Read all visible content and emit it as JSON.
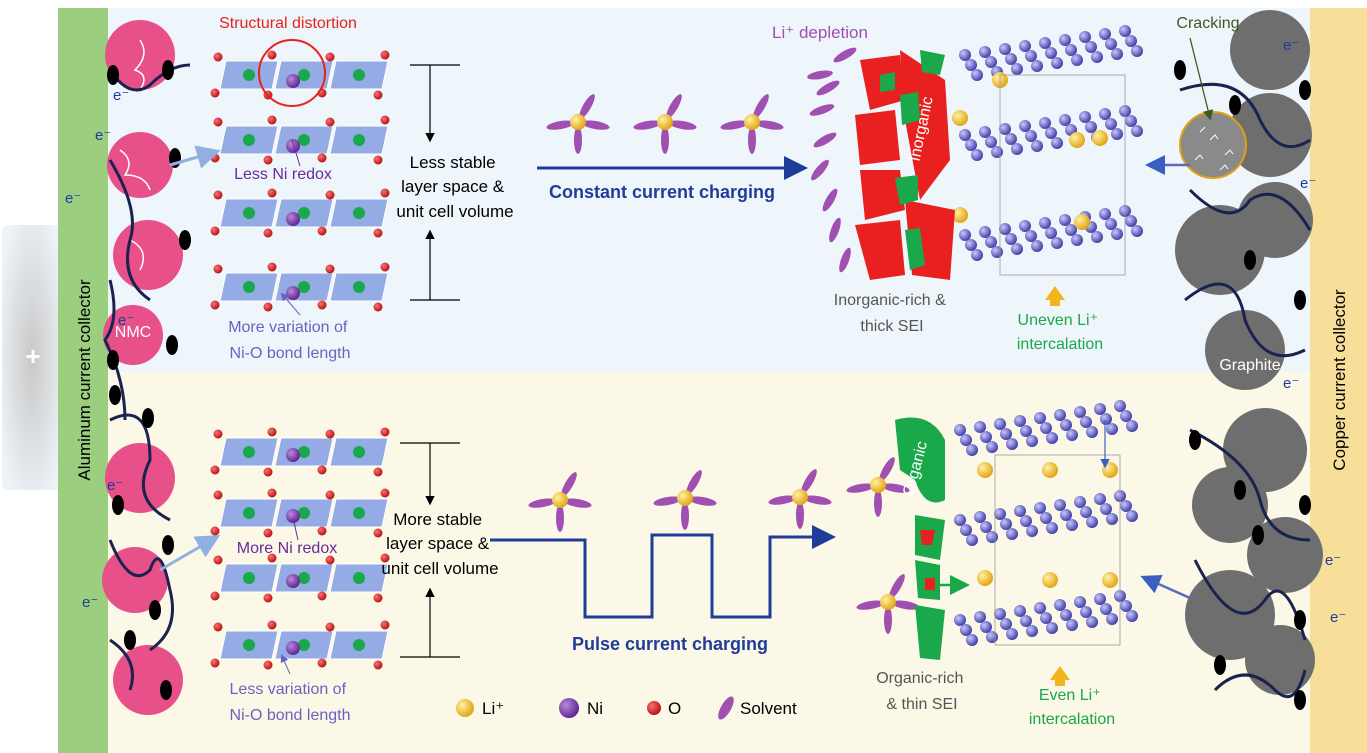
{
  "colors": {
    "aluminum_collector": "#9bcf7f",
    "copper_collector": "#f7df9a",
    "top_panel_bg": "#eef6fb",
    "bottom_panel_bg": "#fcf8e8",
    "nmc_particle": "#e8508a",
    "graphite_particle": "#6e6e6e",
    "lattice": "#94abe6",
    "li": "#f2b51c",
    "ni": "#7a35a8",
    "o": "#d6201f",
    "solvent": "#a050b0",
    "inorganic_sei": "#e8201f",
    "organic_sei": "#19a84a",
    "arrow_navy": "#203c9a",
    "label_purple": "#6a62c0",
    "label_green": "#19a84a",
    "label_red": "#e8201f"
  },
  "collectors": {
    "aluminum": "Aluminum current collector",
    "copper": "Copper current collector",
    "positive_terminal": "+"
  },
  "particles": {
    "cathode": "NMC",
    "anode": "Graphite",
    "electron": "e⁻"
  },
  "top": {
    "structural_distortion": "Structural distortion",
    "ni_redox": "Less Ni redox",
    "stability_line1": "Less stable",
    "stability_line2": "layer space &",
    "stability_line3": "unit cell volume",
    "bond_line1": "More variation of",
    "bond_line2": "Ni-O bond length",
    "charging": "Constant current charging",
    "li_depletion": "Li⁺ depletion",
    "sei_label": "Inorganic",
    "sei_line1": "Inorganic-rich &",
    "sei_line2": "thick SEI",
    "intercalation_line1": "Uneven Li⁺",
    "intercalation_line2": "intercalation",
    "cracking": "Cracking"
  },
  "bottom": {
    "ni_redox": "More Ni redox",
    "stability_line1": "More stable",
    "stability_line2": "layer space &",
    "stability_line3": "unit cell volume",
    "bond_line1": "Less variation of",
    "bond_line2": "Ni-O bond length",
    "charging": "Pulse current charging",
    "sei_label": "Organic",
    "sei_line1": "Organic-rich",
    "sei_line2": "& thin SEI",
    "intercalation_line1": "Even Li⁺",
    "intercalation_line2": "intercalation"
  },
  "legend": [
    {
      "symbol": "li",
      "label": "Li⁺"
    },
    {
      "symbol": "ni",
      "label": "Ni"
    },
    {
      "symbol": "o",
      "label": "O"
    },
    {
      "symbol": "solvent",
      "label": "Solvent"
    }
  ]
}
